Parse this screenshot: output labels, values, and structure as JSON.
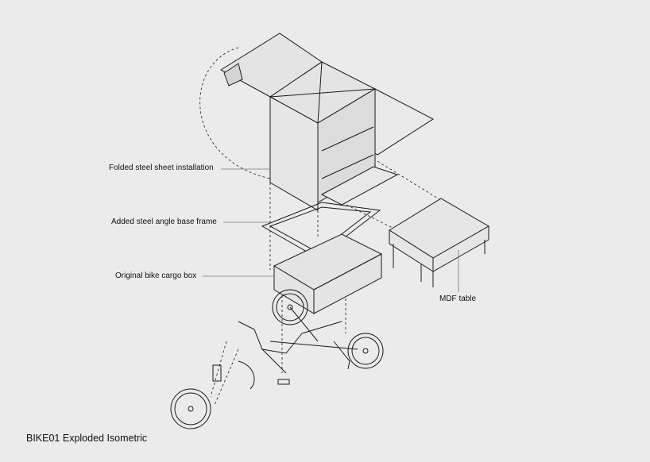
{
  "labels": {
    "folded": "Folded steel sheet installation",
    "base_frame": "Added steel angle base frame",
    "cargo_box": "Original bike cargo box",
    "table": "MDF table"
  },
  "caption": "BIKE01 Exploded Isometric",
  "colors": {
    "background": "#ebebeb",
    "line": "#1a1a1a",
    "fill": "#e2e2e2"
  }
}
